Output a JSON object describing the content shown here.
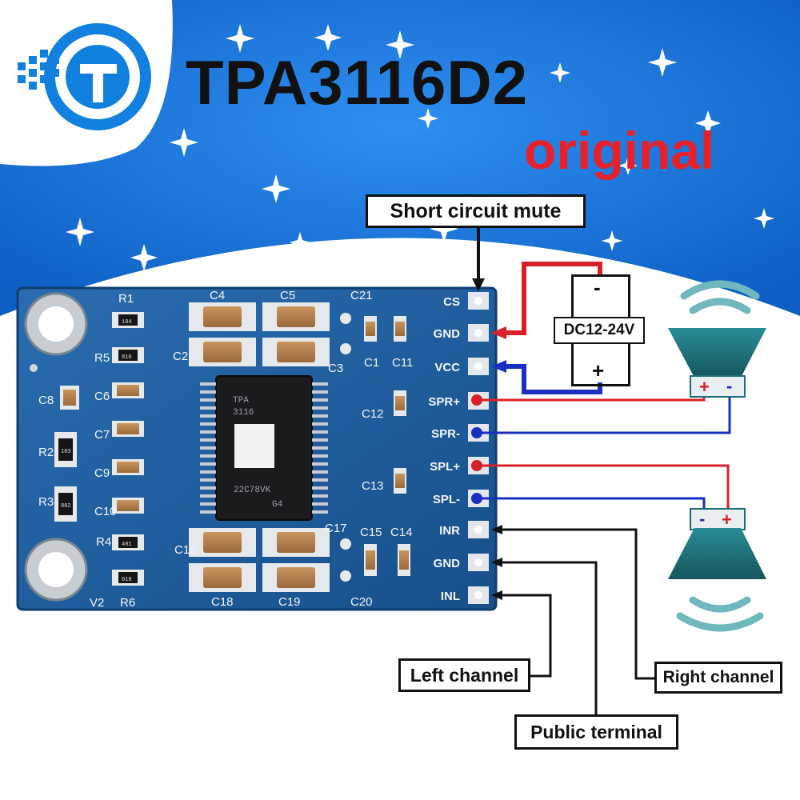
{
  "header": {
    "title": "TPA3116D2",
    "badge": "original"
  },
  "module": {
    "pins": [
      "CS",
      "GND",
      "VCC",
      "SPR+",
      "SPR-",
      "SPL+",
      "SPL-",
      "INR",
      "GND",
      "INL"
    ],
    "chip_lines": [
      "TPA",
      "3116",
      "22C78VK",
      "G4"
    ],
    "silkscreen": [
      "R1",
      "R5",
      "R2",
      "R3",
      "R4",
      "R6",
      "C1",
      "C2",
      "C3",
      "C4",
      "C5",
      "C6",
      "C7",
      "C8",
      "C9",
      "C10",
      "C11",
      "C12",
      "C13",
      "C14",
      "C15",
      "C16",
      "C17",
      "C18",
      "C19",
      "C20",
      "C21",
      "V2"
    ],
    "resistor_codes": [
      "104",
      "810",
      "103",
      "802",
      "401",
      "018"
    ]
  },
  "callouts": {
    "mute": "Short circuit mute",
    "left": "Left channel",
    "right": "Right channel",
    "public": "Public terminal"
  },
  "supply": {
    "label": "DC12-24V",
    "minus": "-",
    "plus": "+"
  },
  "speakers": {
    "plus": "+",
    "minus": "-"
  },
  "colors": {
    "sky": "#1a78d8",
    "pcb": "#1f5f9e",
    "wire_red": "#d8202a",
    "wire_blue": "#1a2fbf",
    "speaker": "#1d6e78",
    "brand": "#e8202a"
  },
  "icons": [
    "brand-logo-icon",
    "speaker-right-icon",
    "speaker-left-icon",
    "sound-wave-icon",
    "sparkle-icon"
  ]
}
